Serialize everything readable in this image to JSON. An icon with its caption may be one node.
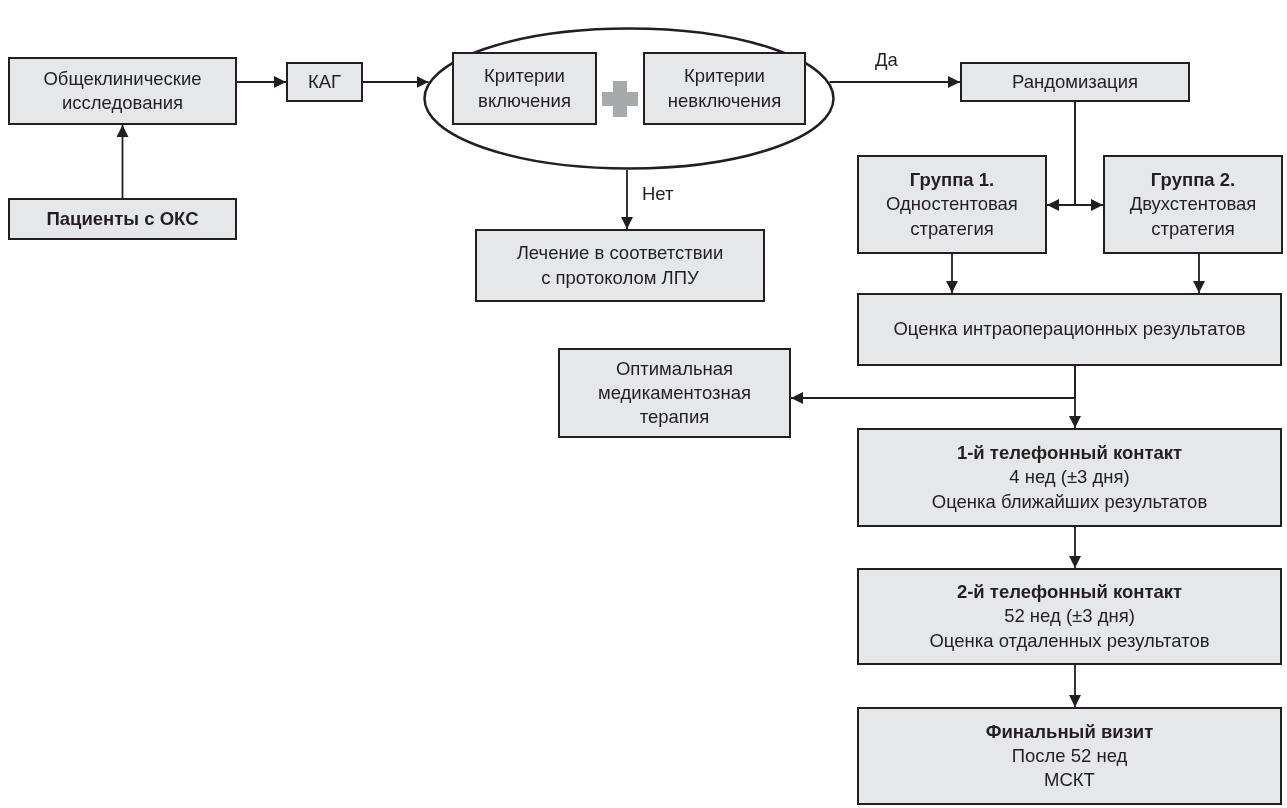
{
  "diagram": {
    "nodes": [
      {
        "text": [
          "Общеклинические исследования"
        ]
      },
      {
        "text": [
          "КАГ"
        ]
      },
      {
        "text": [],
        "shape": "ellipse"
      },
      {
        "text": [
          "Критерии включения"
        ],
        "in": 2
      },
      {
        "text": [
          "Критерии невключения"
        ],
        "in": 2
      },
      {
        "text": [
          "Рандомизация"
        ]
      },
      {
        "text": [
          "Пациенты с ОКС"
        ]
      },
      {
        "text": [
          "Группа 1.",
          "Одностентовая стратегия"
        ]
      },
      {
        "text": [
          "Группа 2.",
          "Двухстентовая стратегия"
        ]
      },
      {
        "text": [
          "Лечение в соответствии с протоколом ЛПУ"
        ]
      },
      {
        "text": [
          "Оценка интраоперационных результатов"
        ]
      },
      {
        "text": [
          "Оптимальная медикаментозная терапия"
        ]
      },
      {
        "text": [
          "1-й телефонный контакт",
          "4 нед (±3 дня)",
          "Оценка ближайших результатов"
        ]
      },
      {
        "text": [
          "2-й телефонный контакт",
          "52 нед (±3 дня)",
          "Оценка отдаленных результатов"
        ]
      },
      {
        "text": [
          "Финальный визит",
          "После 52 нед",
          "МСКТ"
        ]
      }
    ],
    "edges": [
      {
        "from": 6,
        "to": 0,
        "arrow": "to"
      },
      {
        "from": 0,
        "to": 1,
        "arrow": "to"
      },
      {
        "from": 1,
        "to": 2,
        "arrow": "to"
      },
      {
        "from": 2,
        "to": 5,
        "arrow": "to",
        "label": "Да"
      },
      {
        "from": 2,
        "to": 9,
        "arrow": "to",
        "label": "Нет"
      },
      {
        "from": 5,
        "to": 7,
        "arrow": "to"
      },
      {
        "from": 5,
        "to": 8,
        "arrow": "to"
      },
      {
        "from": 7,
        "to": 10,
        "arrow": "to"
      },
      {
        "from": 8,
        "to": 10,
        "arrow": "to"
      },
      {
        "from": 10,
        "to": 11,
        "arrow": "to"
      },
      {
        "from": 10,
        "to": 12,
        "arrow": "to"
      },
      {
        "from": 12,
        "to": 13,
        "arrow": "to"
      },
      {
        "from": 13,
        "to": 14,
        "arrow": "to"
      }
    ]
  }
}
